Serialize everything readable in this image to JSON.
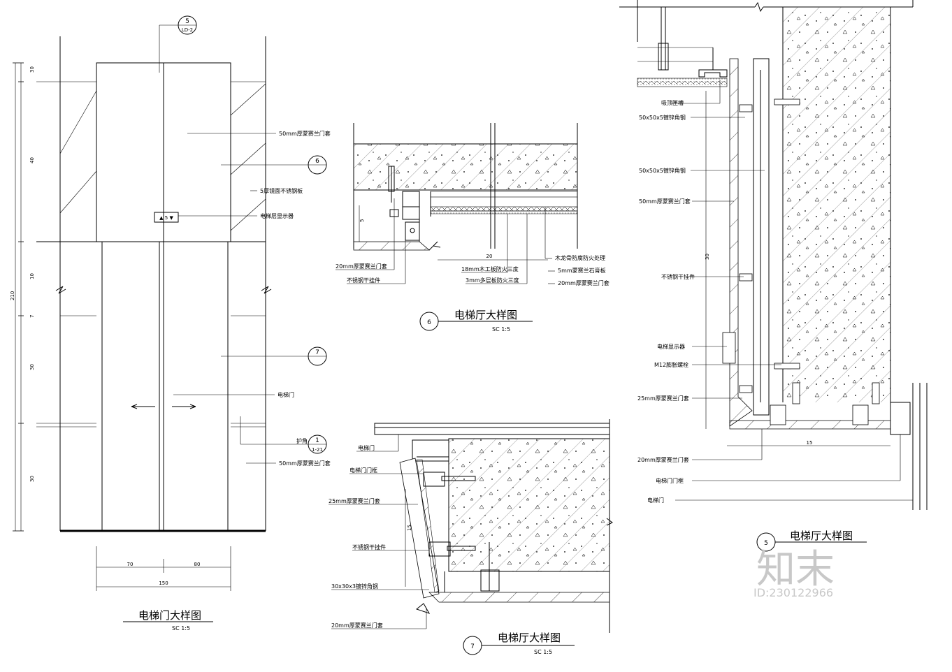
{
  "door_detail": {
    "title": "电梯门大样图",
    "scale": "SC  1:5",
    "callout_top": {
      "num": "5",
      "ref": "LD-2"
    },
    "callout_6": "6",
    "callout_7": "7",
    "callout_1": {
      "num": "1",
      "ref": "1-21"
    },
    "labels": [
      "50mm厚蒙赛兰门套",
      "5厚镜面不锈钢板",
      "电梯层显示器",
      "电梯门",
      "护角",
      "50mm厚蒙赛兰门套"
    ],
    "display_symbol": "▲ 5 ▼",
    "dims_left": [
      "30",
      "40",
      "10",
      "7",
      "30",
      "30",
      "210"
    ],
    "dims_bottom": [
      "70",
      "80",
      "150"
    ]
  },
  "hall_detail_6": {
    "title": "电梯厅大样图",
    "scale": "SC  1:5",
    "num": "6",
    "labels_left": [
      "20mm厚蒙赛兰门套",
      "不锈钢干挂件"
    ],
    "labels_bottom": [
      "18mm木工板防火三度",
      "3mm多层板防火三度"
    ],
    "labels_right": [
      "木龙骨防腐防火处理",
      "5mm蒙赛兰石膏板",
      "20mm厚蒙赛兰门套"
    ],
    "dims": [
      "5",
      "20"
    ]
  },
  "hall_detail_7": {
    "title": "电梯厅大样图",
    "scale": "SC  1:5",
    "num": "7",
    "labels": [
      "电梯门",
      "电梯门门框",
      "25mm厚蒙赛兰门套",
      "不锈钢干挂件",
      "30x30x3镀锌角钢",
      "20mm厚蒙赛兰门套"
    ],
    "dims": [
      "15"
    ]
  },
  "hall_detail_5": {
    "title": "电梯厅大样图",
    "num": "5",
    "labels": [
      "吸顶匣槽",
      "50x50x5镀锌角钢",
      "50x50x5镀锌角钢",
      "50mm厚蒙赛兰门套",
      "不锈钢干挂件",
      "电梯显示器",
      "M12膨胀螺栓",
      "25mm厚蒙赛兰门套",
      "20mm厚蒙赛兰门套",
      "电梯门门框",
      "电梯门"
    ],
    "dims": [
      "30",
      "15"
    ]
  },
  "watermark": {
    "brand": "知末",
    "id": "ID:230122966"
  }
}
